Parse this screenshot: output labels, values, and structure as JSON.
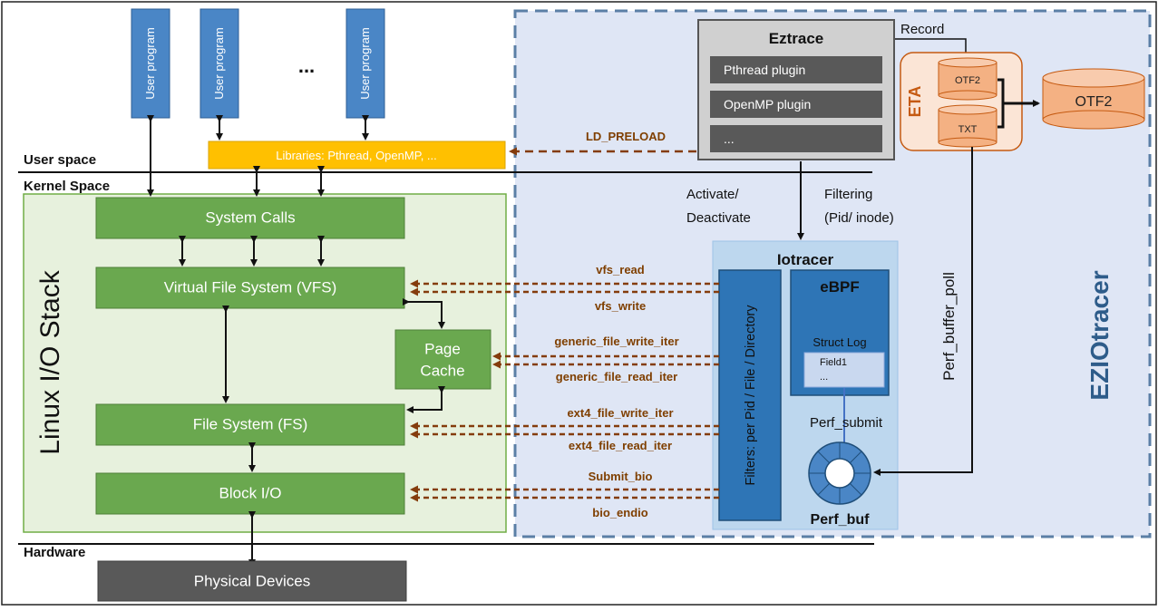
{
  "colors": {
    "green_box": "#6aa84f",
    "green_bg": "#e7f1dd",
    "blue_bg": "#dfe6f5",
    "blue_prog": "#4a86c6",
    "yellow": "#ffc000",
    "grey_dark": "#595959",
    "grey_light": "#d0d0d0",
    "orange": "#f4b183",
    "eta_bg": "#fbe5d6",
    "brown_arrow": "#843c0c",
    "dashed_border": "#5b7fa6"
  },
  "user_programs": [
    "User program",
    "User program",
    "User program"
  ],
  "ellipsis": "...",
  "libraries": "Libraries: Pthread, OpenMP, ...",
  "spaces": {
    "user": "User space",
    "kernel": "Kernel Space",
    "hardware": "Hardware"
  },
  "stack": {
    "title": "Linux I/O Stack",
    "system_calls": "System Calls",
    "vfs": "Virtual File System (VFS)",
    "page_cache_1": "Page",
    "page_cache_2": "Cache",
    "fs": "File System (FS)",
    "block": "Block I/O"
  },
  "physical": "Physical Devices",
  "eztrace": {
    "title": "Eztrace",
    "plugins": [
      "Pthread plugin",
      "OpenMP plugin",
      "..."
    ]
  },
  "ld_preload": "LD_PRELOAD",
  "record": "Record",
  "eta": {
    "label": "ETA",
    "otf2_small": "OTF2",
    "txt_small": "TXT",
    "otf2_big": "OTF2"
  },
  "activate_1": "Activate/",
  "activate_2": "Deactivate",
  "filtering_1": "Filtering",
  "filtering_2": "(Pid/ inode)",
  "iotracer": {
    "title": "Iotracer",
    "filters": "Filters: per Pid / File / Directory",
    "ebpf": "eBPF",
    "struct_log": "Struct Log",
    "field1": "Field1",
    "field_more": "...",
    "perf_submit": "Perf_submit",
    "perf_buf": "Perf_buf"
  },
  "perf_buffer_poll": "Perf_buffer_poll",
  "eziotracer": "EZIOtracer",
  "hooks": {
    "vfs_read": "vfs_read",
    "vfs_write": "vfs_write",
    "generic_write": "generic_file_write_iter",
    "generic_read": "generic_file_read_iter",
    "ext4_write": "ext4_file_write_iter",
    "ext4_read": "ext4_file_read_iter",
    "submit_bio": "Submit_bio",
    "bio_endio": "bio_endio"
  }
}
